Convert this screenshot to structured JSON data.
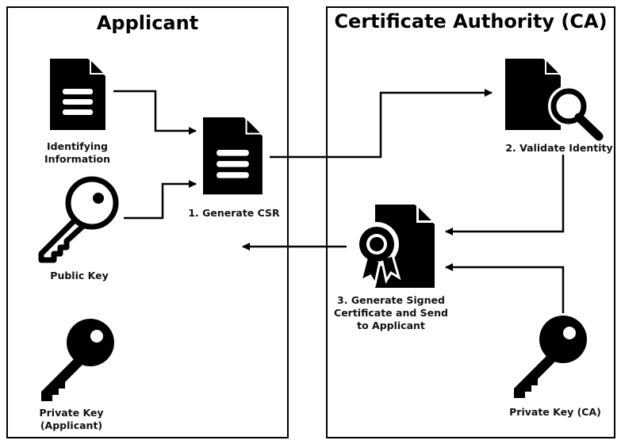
{
  "applicant": {
    "title": "Applicant",
    "identifying_information": "Identifying Information",
    "generate_csr": "1. Generate CSR",
    "public_key": "Public Key",
    "private_key": "Private Key (Applicant)"
  },
  "ca": {
    "title": "Certificate Authority (CA)",
    "validate_identity": "2. Validate Identity",
    "generate_signed": "3. Generate Signed Certificate and Send to Applicant",
    "private_key": "Private Key (CA)"
  },
  "icons": [
    "document-icon",
    "document-icon",
    "key-outline-icon",
    "key-icon",
    "document-search-icon",
    "certificate-icon",
    "key-icon"
  ],
  "colors": {
    "ink": "#000000",
    "background": "#ffffff"
  }
}
